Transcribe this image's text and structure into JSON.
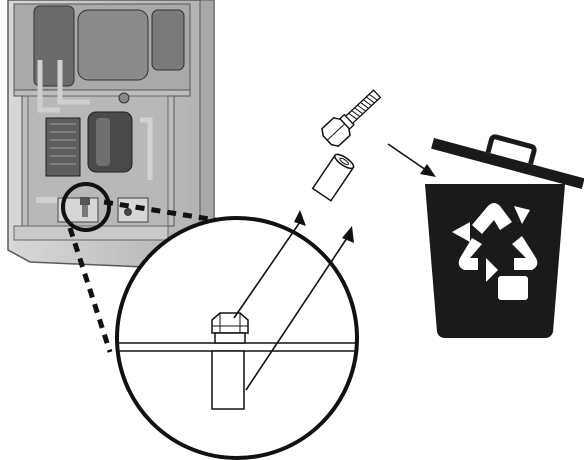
{
  "figure": {
    "kind": "installation-instruction-illustration",
    "elements": [
      "heat-pump-unit",
      "detail-circle-callout",
      "transport-bolt",
      "spacer-sleeve",
      "direction-arrow",
      "recycle-bin-icon"
    ]
  },
  "colors": {
    "line": "#111111",
    "bin_fill": "#1a1a1a",
    "recycle_symbol": "#ffffff",
    "unit_shade": "#9a9a9a",
    "unit_dark": "#3a3a3a"
  }
}
